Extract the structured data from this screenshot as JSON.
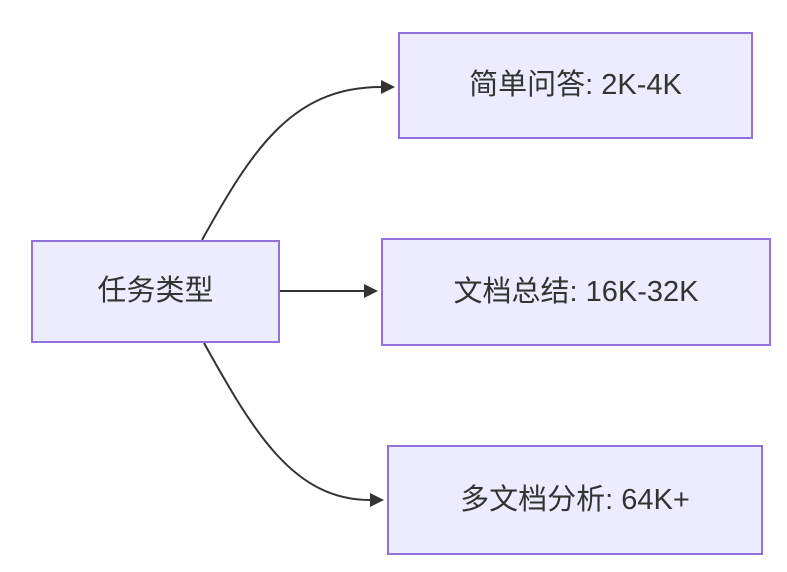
{
  "diagram": {
    "type": "flowchart-LR",
    "center_node": {
      "label": "任务类型"
    },
    "branches": [
      {
        "label": "简单问答: 2K-4K"
      },
      {
        "label": "文档总结: 16K-32K"
      },
      {
        "label": "多文档分析: 64K+"
      }
    ],
    "edges": [
      {
        "from": "任务类型",
        "to": "简单问答: 2K-4K"
      },
      {
        "from": "任务类型",
        "to": "文档总结: 16K-32K"
      },
      {
        "from": "任务类型",
        "to": "多文档分析: 64K+"
      }
    ],
    "colors": {
      "node_fill": "#ECECFF",
      "node_border": "#9370DB",
      "edge": "#333333",
      "text": "#333333",
      "background": "#FFFFFF"
    }
  }
}
